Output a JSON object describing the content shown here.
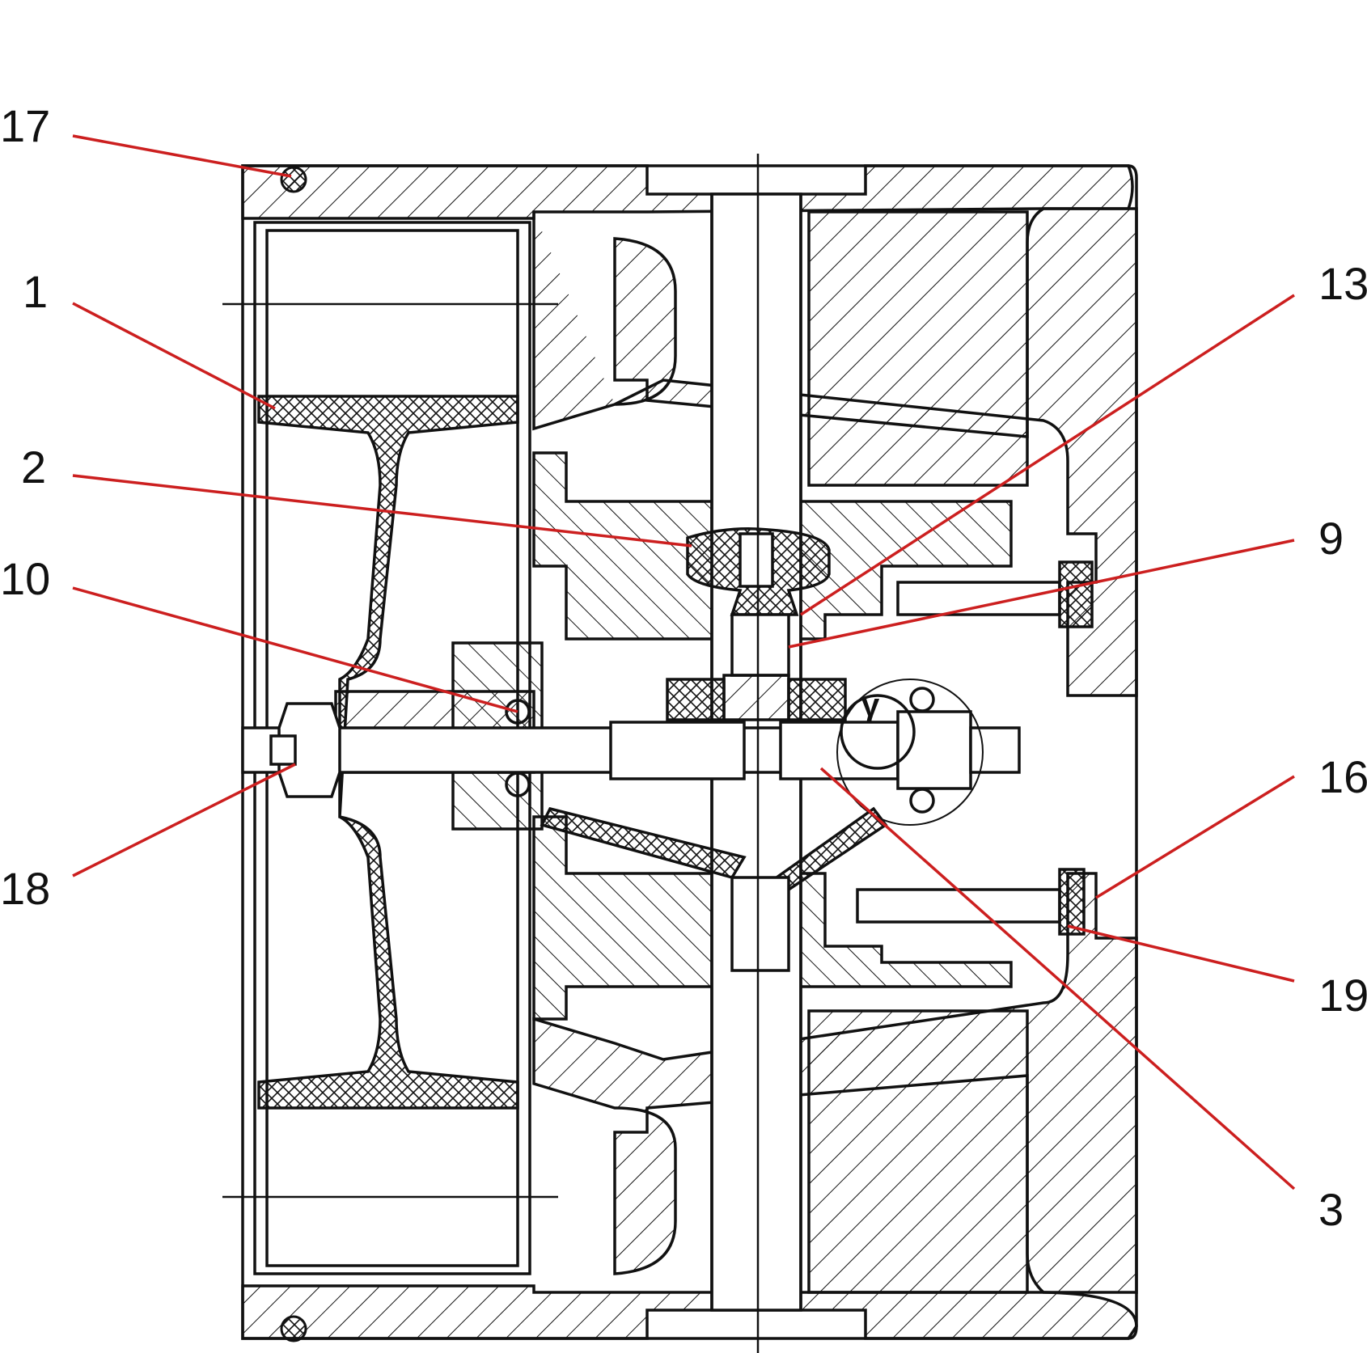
{
  "colors": {
    "line": "#111111",
    "leader": "#cc1f1f",
    "background": "#ffffff"
  },
  "callouts": [
    {
      "id": "17",
      "label": "17"
    },
    {
      "id": "1",
      "label": "1"
    },
    {
      "id": "2",
      "label": "2"
    },
    {
      "id": "10",
      "label": "10"
    },
    {
      "id": "18",
      "label": "18"
    },
    {
      "id": "13",
      "label": "13"
    },
    {
      "id": "9",
      "label": "9"
    },
    {
      "id": "16",
      "label": "16"
    },
    {
      "id": "19",
      "label": "19"
    },
    {
      "id": "3",
      "label": "3"
    }
  ],
  "annotations": {
    "gamma": "γ"
  }
}
